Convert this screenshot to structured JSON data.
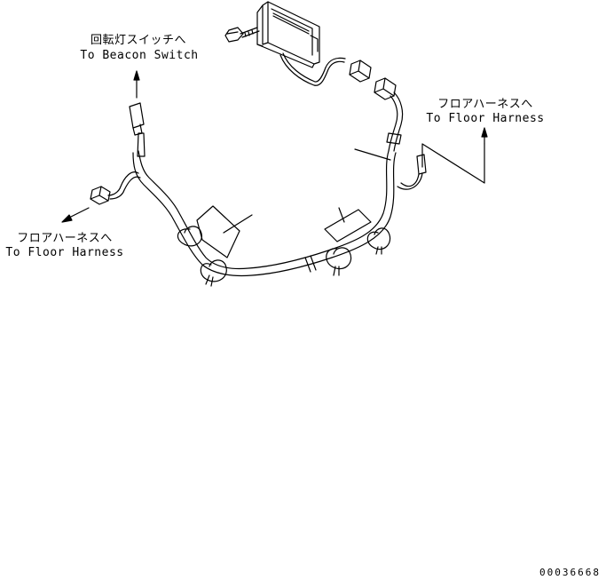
{
  "labels": {
    "beacon_switch_jp": "回転灯スイッチへ",
    "beacon_switch_en": "To Beacon Switch",
    "floor_harness_right_jp": "フロアハーネスへ",
    "floor_harness_right_en": "To Floor Harness",
    "floor_harness_left_jp": "フロアハーネスへ",
    "floor_harness_left_en": "To Floor Harness"
  },
  "drawing_id": "00036668"
}
